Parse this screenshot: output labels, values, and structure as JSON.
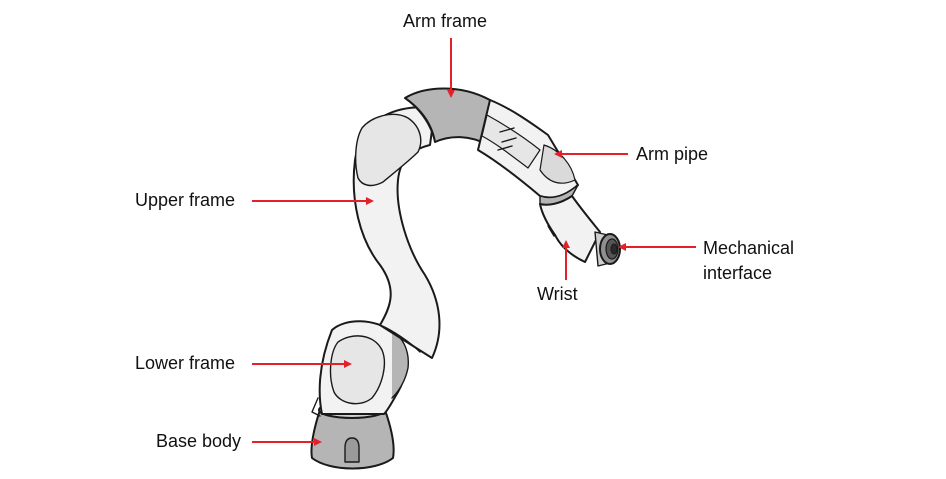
{
  "labels": {
    "arm_frame": "Arm frame",
    "arm_pipe": "Arm pipe",
    "upper_frame": "Upper frame",
    "mechanical_interface_line1": "Mechanical",
    "mechanical_interface_line2": "interface",
    "wrist": "Wrist",
    "lower_frame": "Lower frame",
    "base_body": "Base body"
  },
  "colors": {
    "arrow": "#e4202a",
    "outline": "#1a1a1a",
    "body_fill": "#f2f2f2",
    "shade_fill": "#b5b5b5"
  }
}
